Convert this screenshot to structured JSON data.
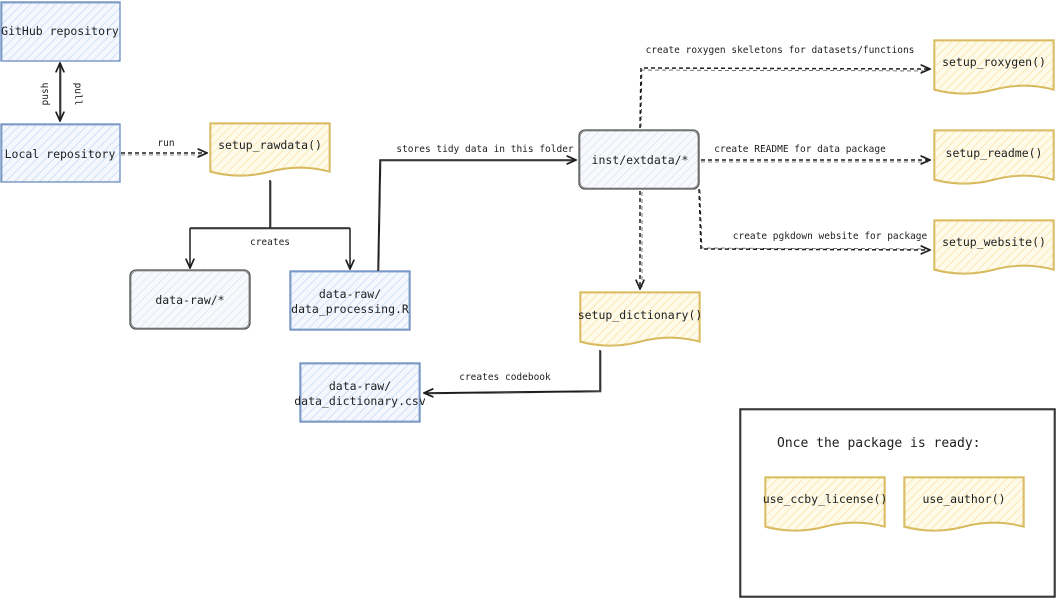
{
  "nodes": {
    "github": "GitHub repository",
    "local": "Local repository",
    "setup_rawdata": "setup_rawdata()",
    "data_raw": "data-raw/*",
    "data_processing_l1": "data-raw/",
    "data_processing_l2": "data_processing.R",
    "inst_extdata": "inst/extdata/*",
    "setup_dictionary": "setup_dictionary()",
    "data_dictionary_l1": "data-raw/",
    "data_dictionary_l2": "data_dictionary.csv",
    "setup_roxygen": "setup_roxygen()",
    "setup_readme": "setup_readme()",
    "setup_website": "setup_website()",
    "use_ccby_license": "use_ccby_license()",
    "use_author": "use_author()"
  },
  "edges": {
    "push": "push",
    "pull": "pull",
    "run": "run",
    "creates": "creates",
    "stores": "stores tidy data in this folder",
    "roxygen": "create roxygen skeletons for datasets/functions",
    "readme": "create README for data package",
    "website": "create pgkdown website for package",
    "codebook": "creates codebook"
  },
  "panel": {
    "title": "Once the package is ready:"
  },
  "colors": {
    "blue_stroke": "#6c8ebf",
    "blue_fill": "#dae8fc",
    "yellow_stroke": "#d6b656",
    "yellow_fill": "#fff2cc",
    "gray_stroke": "#555555",
    "gray_fill": "#e8eef5",
    "line": "#1e1e1e"
  }
}
